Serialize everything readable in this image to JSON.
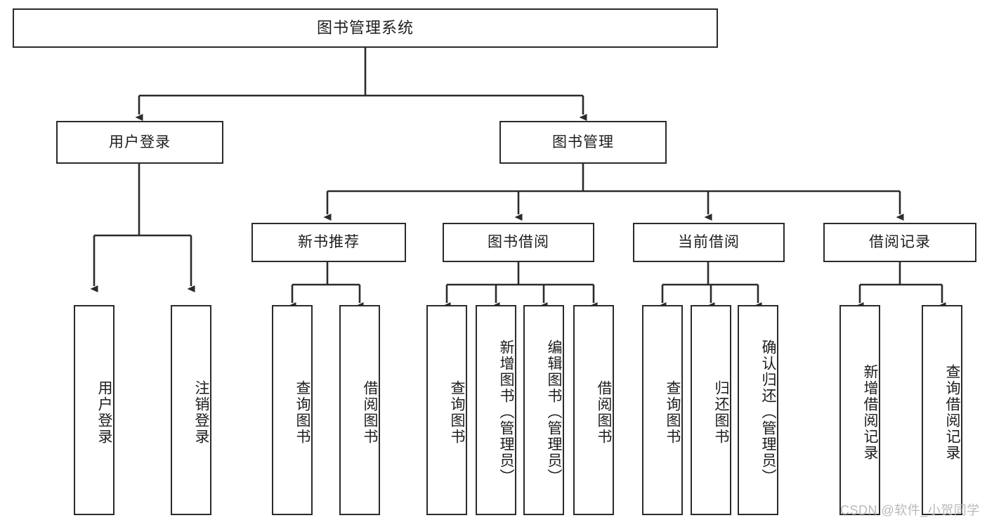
{
  "diagram": {
    "type": "tree-hierarchy",
    "title": "图书管理系统",
    "watermark": "CSDN @软件_小贺同学",
    "colors": {
      "stroke": "#2b2b2b",
      "fill": "#ffffff",
      "text": "#1d1d1d",
      "watermark": "#b9b9b9"
    },
    "levels": {
      "root": {
        "label": "图书管理系统"
      },
      "level2": [
        {
          "id": "user-login",
          "label": "用户登录"
        },
        {
          "id": "book-management",
          "label": "图书管理"
        }
      ],
      "level3": [
        {
          "id": "new-book-recommend",
          "label": "新书推荐"
        },
        {
          "id": "book-borrow",
          "label": "图书借阅"
        },
        {
          "id": "current-borrow",
          "label": "当前借阅"
        },
        {
          "id": "borrow-record",
          "label": "借阅记录"
        }
      ],
      "leaves": {
        "user_login": [
          {
            "id": "leaf-user-login",
            "label": "用户登录"
          },
          {
            "id": "leaf-logout-login",
            "label": "注销登录"
          }
        ],
        "new_book_recommend": [
          {
            "id": "leaf-query-book-1",
            "label": "查询图书"
          },
          {
            "id": "leaf-borrow-book-1",
            "label": "借阅图书"
          }
        ],
        "book_borrow": [
          {
            "id": "leaf-query-book-2",
            "label": "查询图书"
          },
          {
            "id": "leaf-add-book",
            "label": "新增图书（管理员）"
          },
          {
            "id": "leaf-edit-book",
            "label": "编辑图书（管理员）"
          },
          {
            "id": "leaf-borrow-book-2",
            "label": "借阅图书"
          }
        ],
        "current_borrow": [
          {
            "id": "leaf-query-book-3",
            "label": "查询图书"
          },
          {
            "id": "leaf-return-book",
            "label": "归还图书"
          },
          {
            "id": "leaf-confirm-return",
            "label": "确认归还（管理员）"
          }
        ],
        "borrow_record": [
          {
            "id": "leaf-add-record",
            "label": "新增借阅记录"
          },
          {
            "id": "leaf-query-record",
            "label": "查询借阅记录"
          }
        ]
      }
    }
  }
}
